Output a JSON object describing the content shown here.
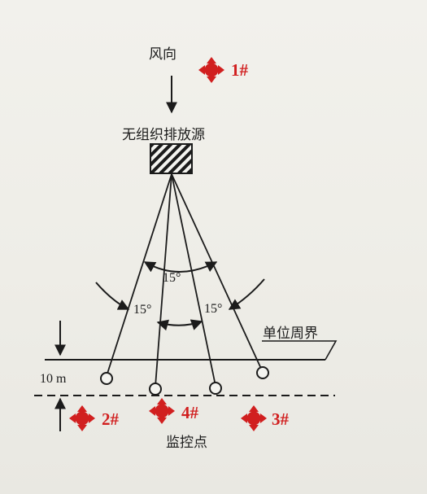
{
  "diagram": {
    "wind_direction_label": "风向",
    "source_label": "无组织排放源",
    "boundary_label": "单位周界",
    "distance_label": "10 m",
    "monitoring_points_label": "监控点",
    "angle_labels": [
      "15°",
      "15°",
      "15°"
    ]
  },
  "markers": [
    {
      "id": "1#",
      "color": "#d11f1f"
    },
    {
      "id": "2#",
      "color": "#d11f1f"
    },
    {
      "id": "3#",
      "color": "#d11f1f"
    },
    {
      "id": "4#",
      "color": "#d11f1f"
    }
  ],
  "icons": {
    "marker": "four-arrow-move-icon",
    "wind": "down-arrow-icon"
  },
  "colors": {
    "ink": "#1b1b1b",
    "marker_red": "#d11f1f",
    "paper": "#f0efea"
  }
}
